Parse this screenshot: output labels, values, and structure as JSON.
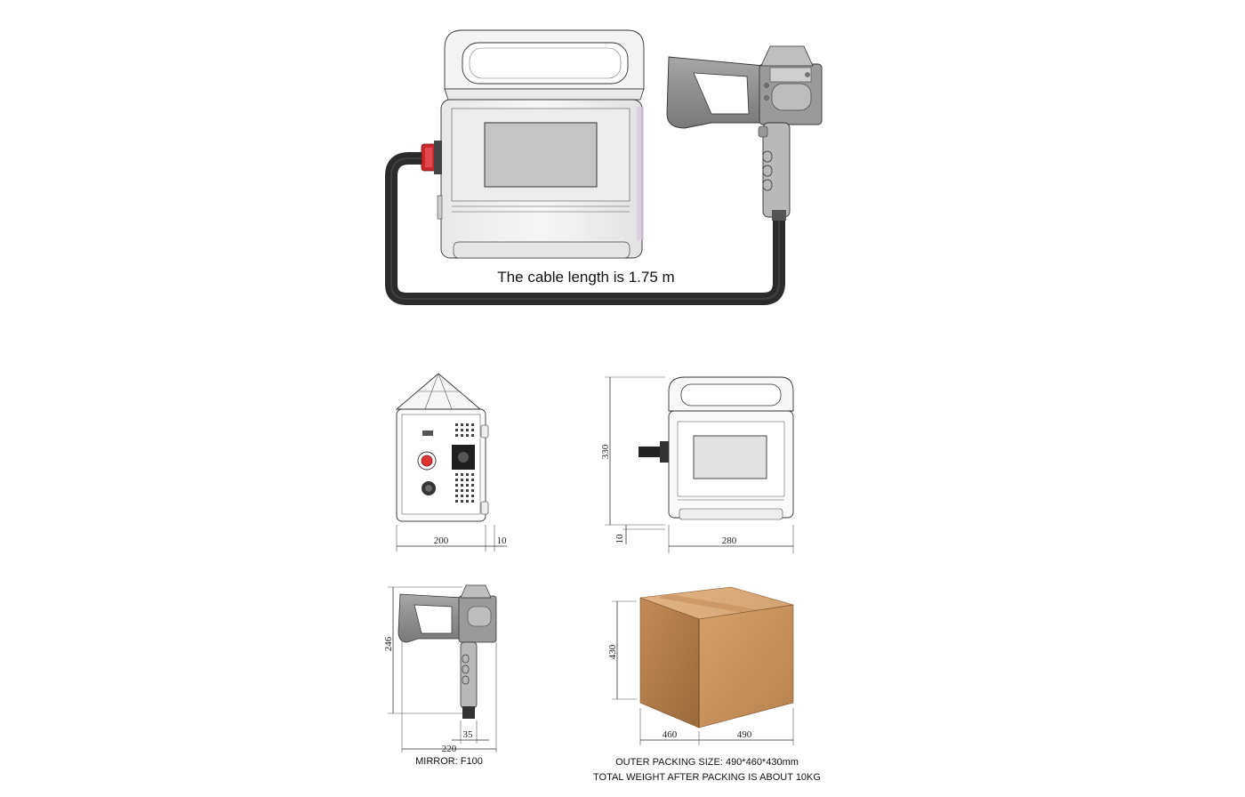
{
  "top_view": {
    "cable_caption": "The cable length is 1.75 m"
  },
  "side_view": {
    "width_dim": "200",
    "offset_dim": "10"
  },
  "front_view": {
    "height_dim": "330",
    "width_dim": "280",
    "foot_dim": "10"
  },
  "gun_view": {
    "height_dim": "246",
    "width_dim": "220",
    "grip_dim": "35",
    "caption": "MIRROR: F100"
  },
  "box_view": {
    "height_dim": "430",
    "depth_dim": "460",
    "width_dim": "490",
    "caption_line1": "OUTER PACKING SIZE: 490*460*430mm",
    "caption_line2": "TOTAL WEIGHT AFTER PACKING IS ABOUT 10KG"
  },
  "colors": {
    "cable": "#2b2b2b",
    "connector_red": "#c8282e",
    "box_front": "#c9925e",
    "box_side": "#b07a47",
    "box_top": "#d8a775"
  }
}
